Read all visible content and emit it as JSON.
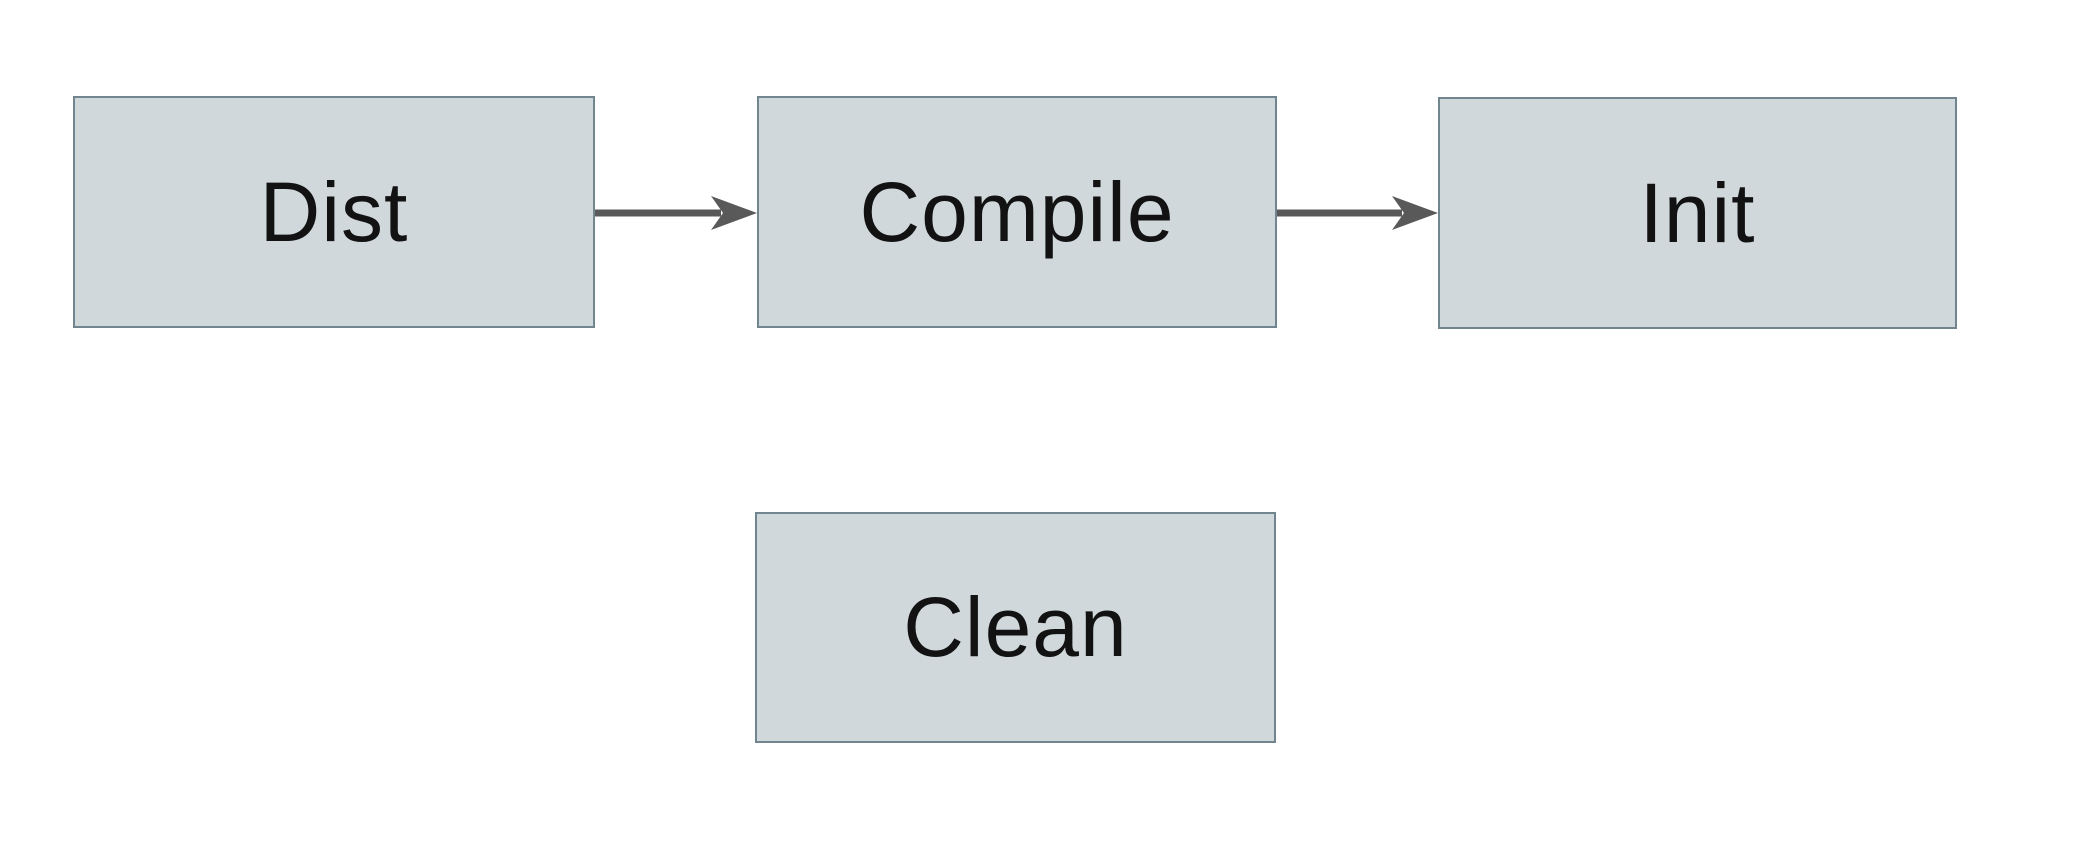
{
  "diagram": {
    "title": "build-targets-flow",
    "background_color": "#ffffff",
    "node_fill_color": "#d0d8db",
    "node_border_color": "#71858f",
    "arrow_color": "#595959",
    "text_color": "#121212",
    "nodes": [
      {
        "id": "dist",
        "label": "Dist"
      },
      {
        "id": "compile",
        "label": "Compile"
      },
      {
        "id": "init",
        "label": "Init"
      },
      {
        "id": "clean",
        "label": "Clean"
      }
    ],
    "edges": [
      {
        "from": "Dist",
        "to": "Compile",
        "direction": "right"
      },
      {
        "from": "Compile",
        "to": "Init",
        "direction": "right"
      }
    ]
  }
}
